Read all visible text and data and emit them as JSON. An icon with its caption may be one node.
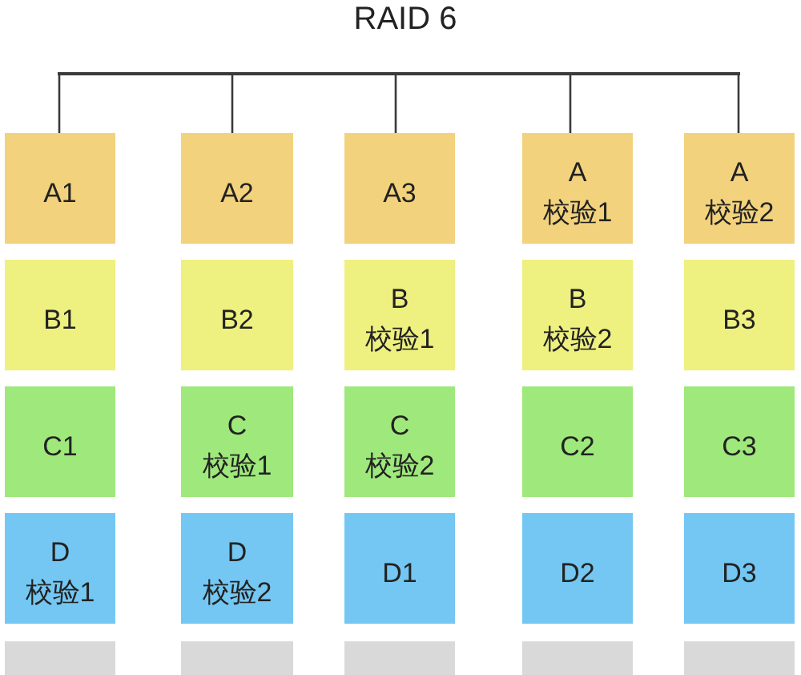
{
  "diagram": {
    "title": "RAID 6",
    "nodes": [
      {
        "text": [],
        "shape": "bar"
      },
      {
        "text": [
          "A1"
        ]
      },
      {
        "text": [
          "A2"
        ]
      },
      {
        "text": [
          "A3"
        ]
      },
      {
        "text": [
          "A 校验1"
        ]
      },
      {
        "text": [
          "A 校验2"
        ]
      },
      {
        "text": [
          "B1"
        ]
      },
      {
        "text": [
          "B2"
        ]
      },
      {
        "text": [
          "B 校验1"
        ]
      },
      {
        "text": [
          "B 校验2"
        ]
      },
      {
        "text": [
          "B3"
        ]
      },
      {
        "text": [
          "C1"
        ]
      },
      {
        "text": [
          "C 校验1"
        ]
      },
      {
        "text": [
          "C 校验2"
        ]
      },
      {
        "text": [
          "C2"
        ]
      },
      {
        "text": [
          "C3"
        ]
      },
      {
        "text": [
          "D 校验1"
        ]
      },
      {
        "text": [
          "D 校验2"
        ]
      },
      {
        "text": [
          "D1"
        ]
      },
      {
        "text": [
          "D2"
        ]
      },
      {
        "text": [
          "D3"
        ]
      },
      {
        "text": [],
        "shape": "box"
      },
      {
        "text": [],
        "shape": "box"
      },
      {
        "text": [],
        "shape": "box"
      },
      {
        "text": [],
        "shape": "box"
      },
      {
        "text": [],
        "shape": "box"
      }
    ],
    "edges": [
      {
        "from": 0,
        "to": 1,
        "arrow": "none"
      },
      {
        "from": 0,
        "to": 2,
        "arrow": "none"
      },
      {
        "from": 0,
        "to": 3,
        "arrow": "none"
      },
      {
        "from": 0,
        "to": 4,
        "arrow": "none"
      },
      {
        "from": 0,
        "to": 5,
        "arrow": "none"
      }
    ]
  }
}
